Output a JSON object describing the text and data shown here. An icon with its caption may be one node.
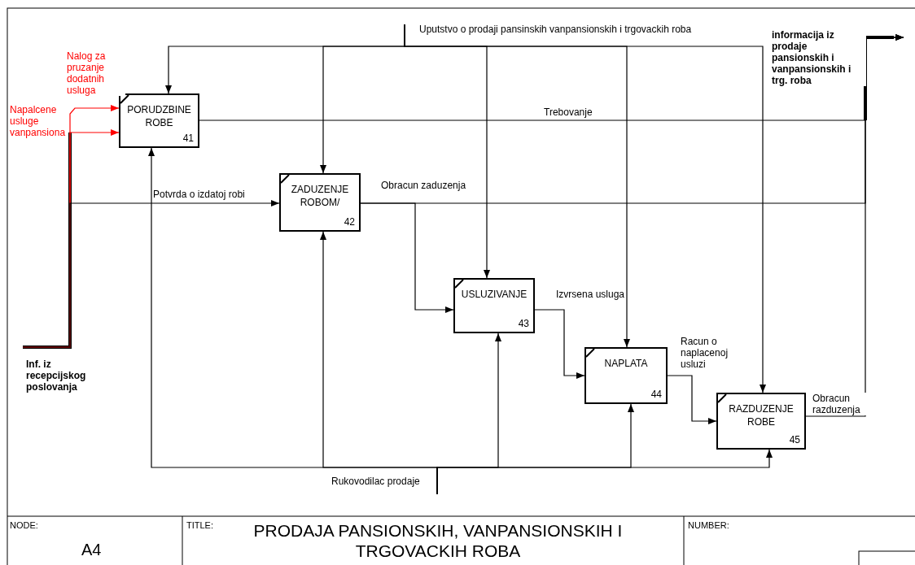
{
  "diagram": {
    "title": "PRODAJA PANSIONSKIH, VANPANSIONSKIH I TRGOVACKIH ROBA",
    "nodes": [
      {
        "text": [
          "PORUDZBINE ROBE",
          "41"
        ]
      },
      {
        "text": [
          "ZADUZENJE ROBOM/",
          "42"
        ]
      },
      {
        "text": [
          "USLUZIVANJE",
          "43"
        ]
      },
      {
        "text": [
          "NAPLATA",
          "44"
        ]
      },
      {
        "text": [
          "RAZDUZENJE ROBE",
          "45"
        ]
      },
      {
        "text": [
          "Uputstvo o prodaji pansinskih vanpansionskih i trgovackih roba"
        ]
      },
      {
        "text": [
          "Rukovodilac prodaje"
        ]
      },
      {
        "text": [
          "Inf. iz recepcijskog poslovanja"
        ]
      }
    ],
    "edges": [
      {
        "from": 5,
        "to": 0,
        "arrow": "to"
      },
      {
        "from": 5,
        "to": 1,
        "arrow": "to"
      },
      {
        "from": 5,
        "to": 2,
        "arrow": "to"
      },
      {
        "from": 5,
        "to": 3,
        "arrow": "to"
      },
      {
        "from": 5,
        "to": 4,
        "arrow": "to"
      },
      {
        "from": 6,
        "to": 0,
        "arrow": "to"
      },
      {
        "from": 6,
        "to": 1,
        "arrow": "to"
      },
      {
        "from": 6,
        "to": 2,
        "arrow": "to"
      },
      {
        "from": 6,
        "to": 3,
        "arrow": "to"
      },
      {
        "from": 6,
        "to": 4,
        "arrow": "to"
      },
      {
        "from": 7,
        "to": 0,
        "arrow": "to",
        "label": "Nalog za pruzanje dodatnih usluga",
        "color": "#ff0000"
      },
      {
        "from": 7,
        "to": 0,
        "arrow": "to",
        "label": "Napalcene usluge vanpansiona",
        "color": "#ff0000"
      },
      {
        "from": 7,
        "to": 1,
        "arrow": "to",
        "label": "Potvrda o izdatoj robi"
      },
      {
        "from": 0,
        "to": null,
        "arrow": "to",
        "label": "Trebovanje"
      },
      {
        "from": 1,
        "to": null,
        "arrow": "to",
        "label": "Obracun zaduzenja"
      },
      {
        "from": 1,
        "to": 2,
        "arrow": "to"
      },
      {
        "from": 2,
        "to": 3,
        "arrow": "to",
        "label": "Izvrsena usluga"
      },
      {
        "from": 3,
        "to": 4,
        "arrow": "to",
        "label": "Racun o naplacenoj usluzi"
      },
      {
        "from": 4,
        "to": null,
        "arrow": "to",
        "label": "Obracun razduzenja"
      }
    ],
    "labels": [
      "informacija iz prodaje pansionskih i vanpansionskih i trg. roba",
      "NODE:",
      "A4",
      "TITLE:",
      "NUMBER:"
    ]
  }
}
